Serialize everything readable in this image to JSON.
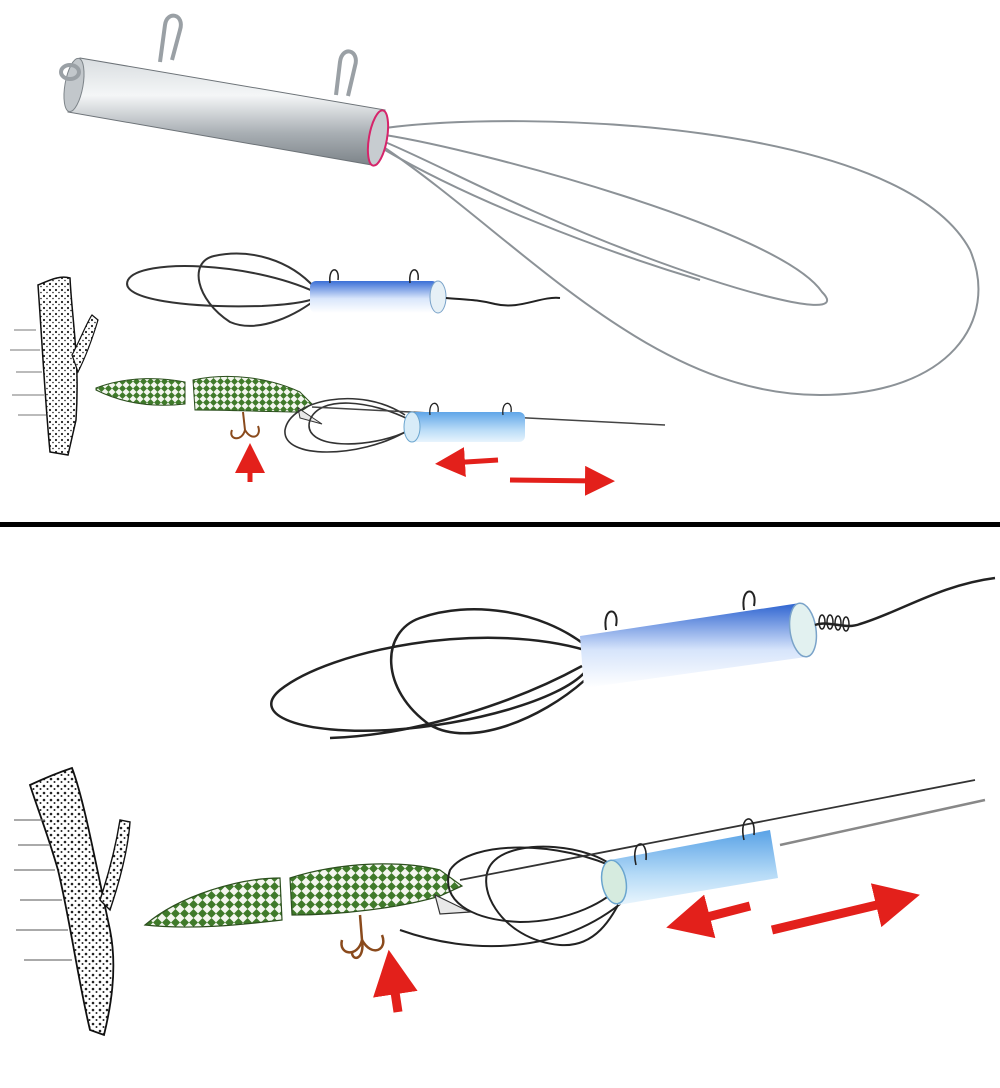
{
  "figure": {
    "panels": [
      {
        "id": "top",
        "contents": [
          "retriever-photo",
          "retriever-diagram",
          "snag-scene"
        ]
      },
      {
        "id": "bottom",
        "contents": [
          "retriever-diagram",
          "snag-scene"
        ]
      }
    ],
    "arrow_color": "#e3201b",
    "cylinder_color": "#8fb8ef",
    "lure_color": "#3f7a2a"
  }
}
